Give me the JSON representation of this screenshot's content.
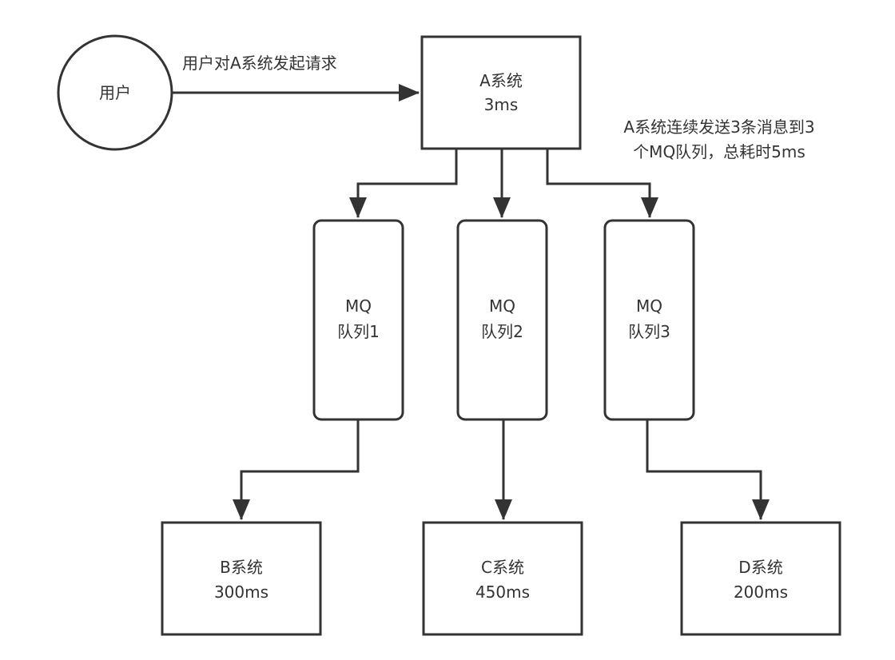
{
  "diagram": {
    "colors": {
      "stroke": "#333333",
      "text": "#333333",
      "background": "#ffffff"
    },
    "nodes": {
      "user": {
        "label": "用户",
        "shape": "circle"
      },
      "system_a": {
        "line1": "A系统",
        "line2": "3ms"
      },
      "queue1": {
        "line1": "MQ",
        "line2": "队列1"
      },
      "queue2": {
        "line1": "MQ",
        "line2": "队列2"
      },
      "queue3": {
        "line1": "MQ",
        "line2": "队列3"
      },
      "system_b": {
        "line1": "B系统",
        "line2": "300ms"
      },
      "system_c": {
        "line1": "C系统",
        "line2": "450ms"
      },
      "system_d": {
        "line1": "D系统",
        "line2": "200ms"
      }
    },
    "edges": [
      {
        "from": "user",
        "to": "system_a",
        "label": "用户对A系统发起请求"
      },
      {
        "from": "system_a",
        "to": "queue1"
      },
      {
        "from": "system_a",
        "to": "queue2"
      },
      {
        "from": "system_a",
        "to": "queue3"
      },
      {
        "from": "queue1",
        "to": "system_b"
      },
      {
        "from": "queue2",
        "to": "system_c"
      },
      {
        "from": "queue3",
        "to": "system_d"
      }
    ],
    "annotation": {
      "line1": "A系统连续发送3条消息到3",
      "line2": "个MQ队列，总耗时5ms"
    }
  }
}
